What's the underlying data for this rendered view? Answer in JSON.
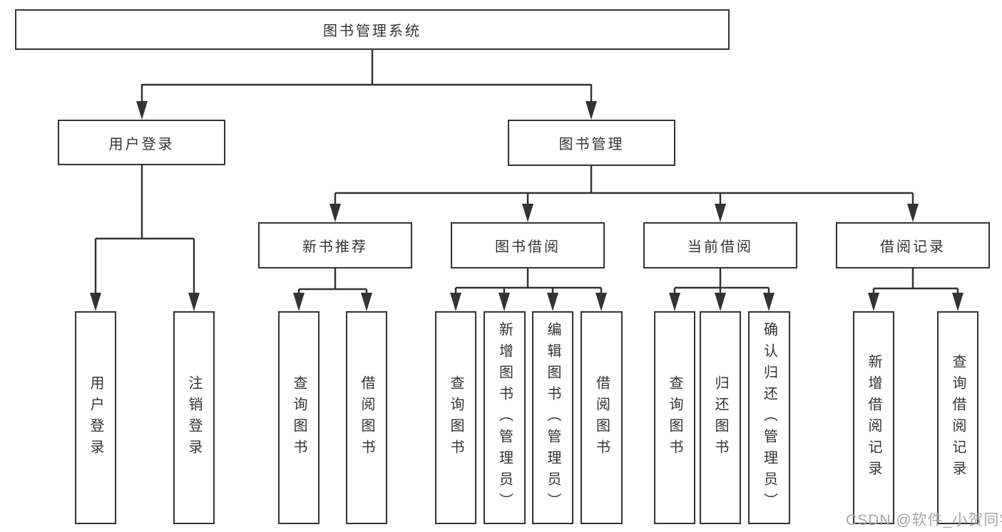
{
  "colors": {
    "line": "#333333",
    "text": "#333333",
    "watermark": "#a6a6a6",
    "background": "#ffffff"
  },
  "diagram": {
    "root": "图书管理系统",
    "level2": [
      "用户登录",
      "图书管理"
    ],
    "level3": [
      "新书推荐",
      "图书借阅",
      "当前借阅",
      "借阅记录"
    ],
    "leaves": {
      "user": [
        "用户登录",
        "注销登录"
      ],
      "newbook": [
        "查询图书",
        "借阅图书"
      ],
      "borrow": [
        "查询图书",
        "新增图书（管理员）",
        "编辑图书（管理员）",
        "借阅图书"
      ],
      "current": [
        "查询图书",
        "归还图书",
        "确认归还（管理员）"
      ],
      "records": [
        "新增借阅记录",
        "查询借阅记录"
      ]
    }
  },
  "watermark": "CSDN @软件_小贺同学"
}
